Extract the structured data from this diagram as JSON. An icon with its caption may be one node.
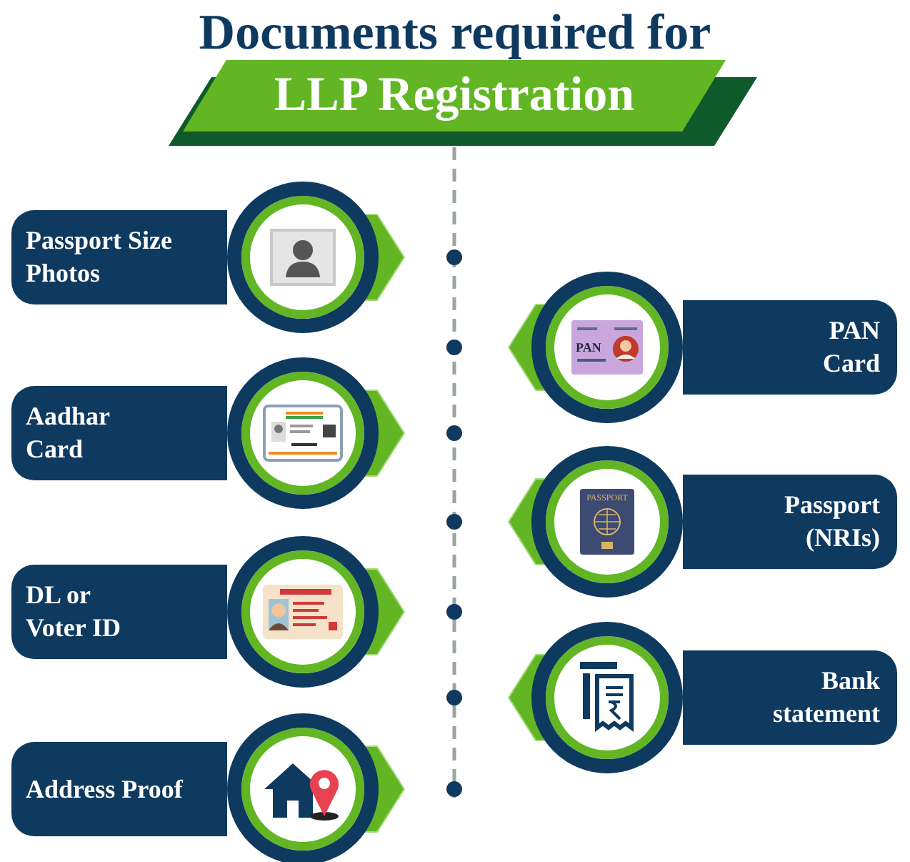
{
  "diagram": {
    "title": "Documents required for",
    "nodes": [
      {
        "text": [
          "LLP Registration"
        ]
      },
      {
        "text": [
          "Passport Size Photos"
        ]
      },
      {
        "text": [
          "PAN Card"
        ]
      },
      {
        "text": [
          "Aadhar Card"
        ]
      },
      {
        "text": [
          "Passport (NRIs)"
        ]
      },
      {
        "text": [
          "DL or Voter ID"
        ]
      },
      {
        "text": [
          "Bank statement"
        ]
      },
      {
        "text": [
          "Address Proof"
        ]
      }
    ],
    "labels": [
      "PAN",
      "PASSPORT"
    ]
  }
}
